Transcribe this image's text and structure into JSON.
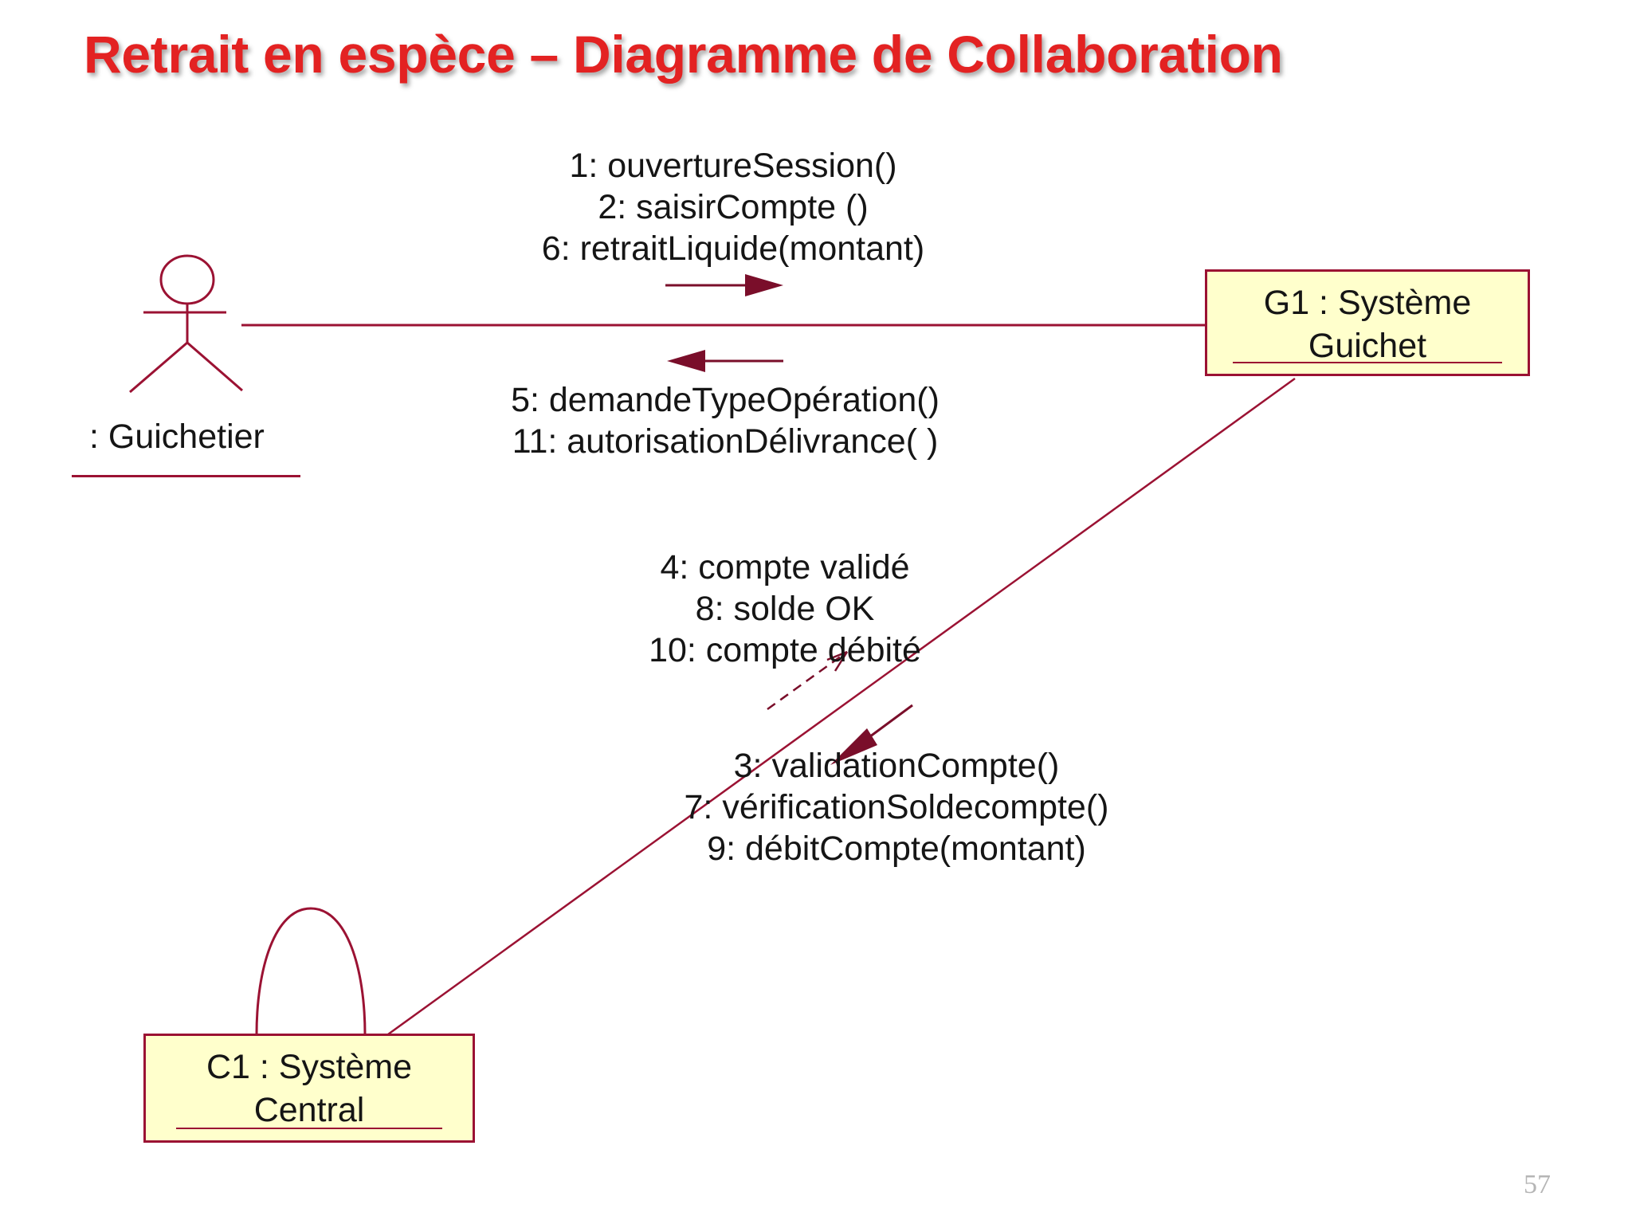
{
  "title": "Retrait en espèce – Diagramme de Collaboration",
  "page_number": "57",
  "colors": {
    "title": "#e32222",
    "line": "#9b1233",
    "object_fill": "#ffffcc",
    "text": "#151515"
  },
  "actor": {
    "label": ": Guichetier",
    "icon": "stick-figure-actor-icon"
  },
  "objects": {
    "guichet": {
      "line1": "G1 : Système",
      "line2": "Guichet"
    },
    "central": {
      "line1": "C1 : Système",
      "line2": "Central"
    }
  },
  "messages": {
    "to_guichet": {
      "direction": "Guichetier → G1",
      "items": [
        "1: ouvertureSession()",
        "2: saisirCompte ()",
        "6: retraitLiquide(montant)"
      ]
    },
    "to_guichetier": {
      "direction": "G1 → Guichetier",
      "items": [
        "5: demandeTypeOpération()",
        "11: autorisationDélivrance( )"
      ]
    },
    "replies_to_guichet": {
      "direction": "C1 → G1 (return, dashed)",
      "items": [
        "4: compte validé",
        "8: solde OK",
        "10: compte débité"
      ]
    },
    "to_central": {
      "direction": "G1 → C1",
      "items": [
        "3: validationCompte()",
        "7: vérificationSoldecompte()",
        "9: débitCompte(montant)"
      ]
    }
  }
}
